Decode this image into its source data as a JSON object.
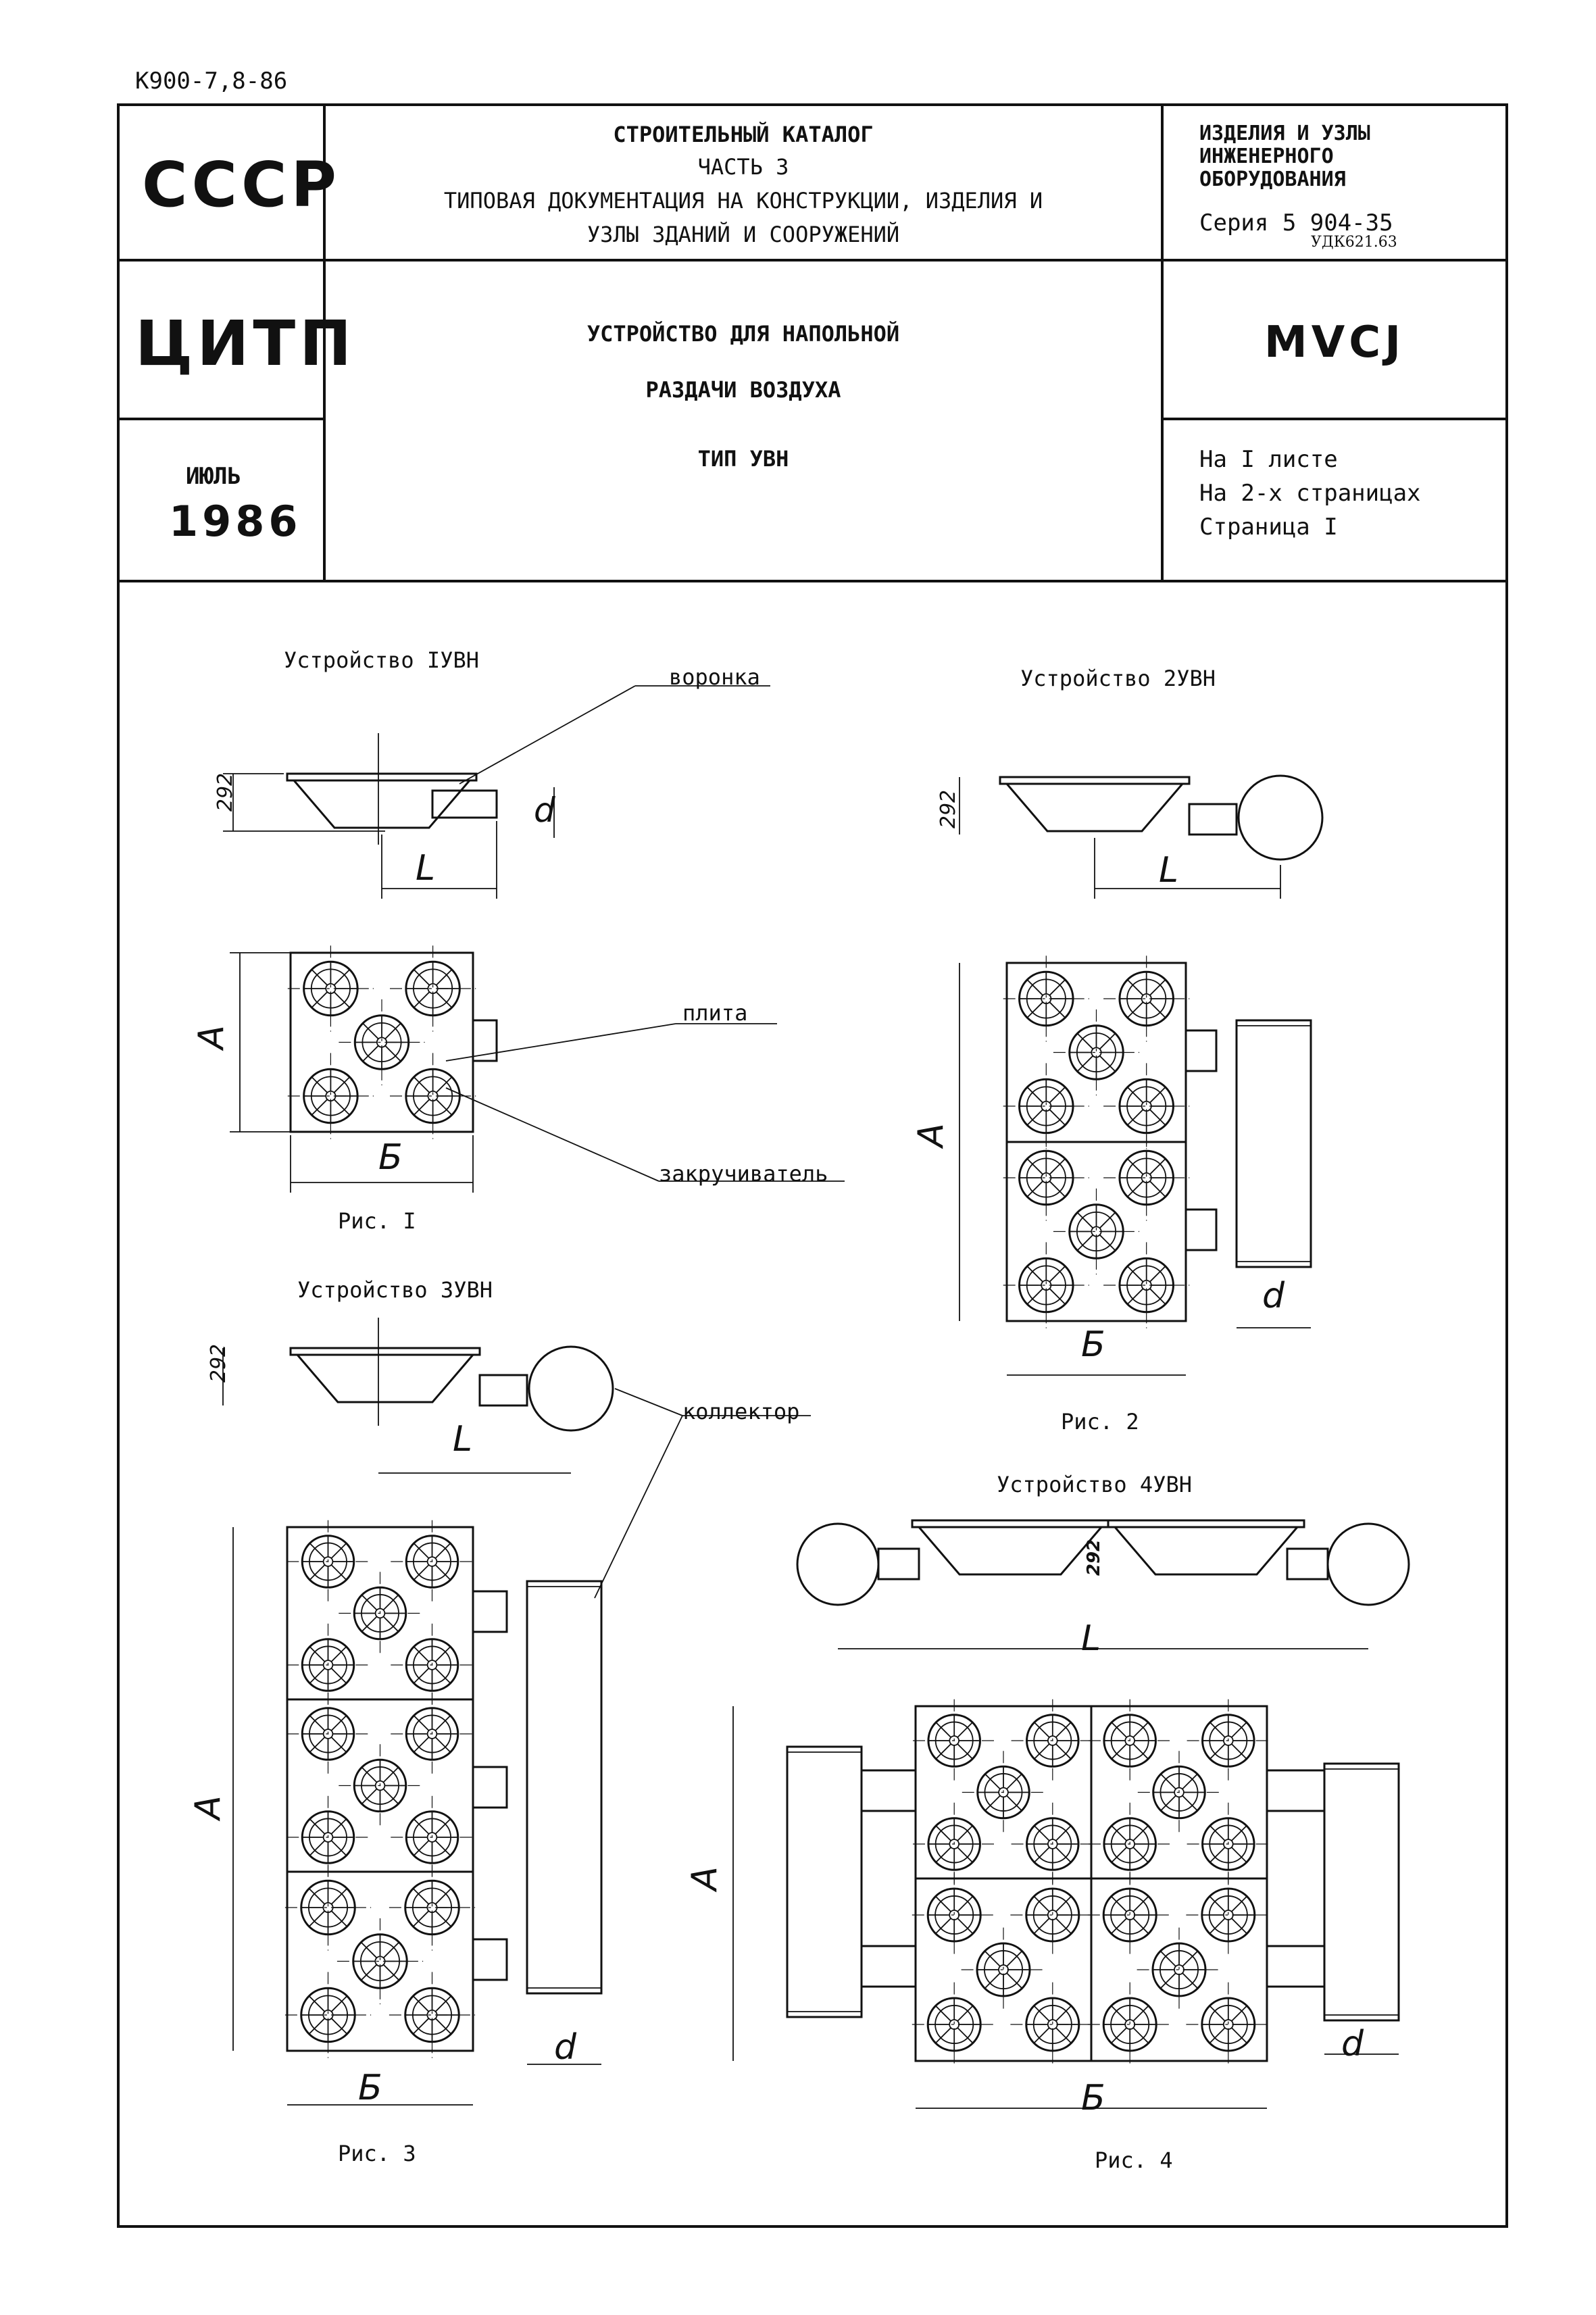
{
  "doc_code": "К900-7,8-86",
  "header": {
    "country": "СССР",
    "org": "ЦИТП",
    "month": "ИЮЛЬ",
    "year": "1986",
    "catalog_lines": [
      "СТРОИТЕЛЬНЫЙ КАТАЛОГ",
      "ЧАСТЬ 3",
      "ТИПОВАЯ ДОКУМЕНТАЦИЯ НА КОНСТРУКЦИИ, ИЗДЕЛИЯ И",
      "УЗЛЫ ЗДАНИЙ И СООРУЖЕНИЙ"
    ],
    "section_lines": [
      "ИЗДЕЛИЯ И УЗЛЫ",
      "ИНЖЕНЕРНОГО",
      "ОБОРУДОВАНИЯ"
    ],
    "series": "Серия 5 904-35",
    "udk": "УДК621.63",
    "title_lines": [
      "УСТРОЙСТВО ДЛЯ НАПОЛЬНОЙ",
      "РАЗДАЧИ ВОЗДУХА",
      "ТИП УВН"
    ],
    "code": "МVСJ",
    "sheet_lines": [
      "На I листе",
      "На 2-х страницах",
      "Страница I"
    ]
  },
  "drawing": {
    "device1": "Устройство IУВН",
    "device2": "Устройство 2УВН",
    "device3": "Устройство 3УВН",
    "device4": "Устройство 4УВН",
    "label_funnel": "воронка",
    "label_plate": "плита",
    "label_swirler": "закручиватель",
    "label_collector": "коллектор",
    "dim_292": "292",
    "dim_L": "L",
    "dim_d": "d",
    "dim_A": "A",
    "dim_B": "Б",
    "fig1": "Рис. I",
    "fig2": "Рис. 2",
    "fig3": "Рис. 3",
    "fig4": "Рис. 4"
  }
}
